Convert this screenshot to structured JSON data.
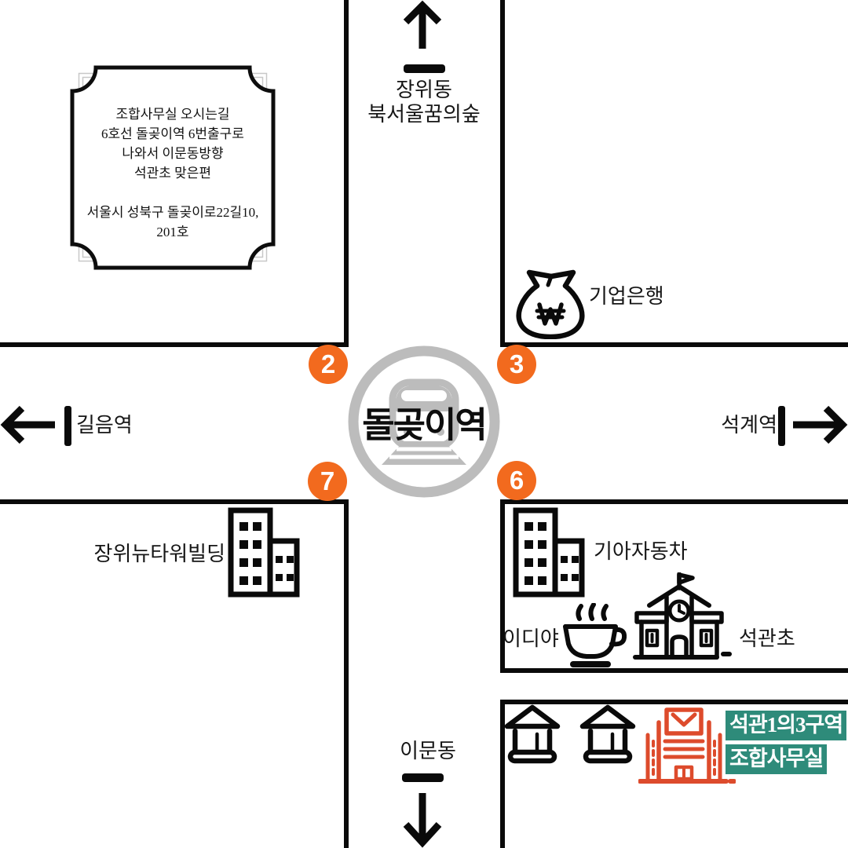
{
  "colors": {
    "road_line": "#0a0a0a",
    "exit_circle_orange": "#f26a1e",
    "station_gray": "#bcbcbc",
    "office_icon_red": "#dd4b2c",
    "badge_teal": "#2e8b7a",
    "stamp_frame_gray": "#c8c8c8"
  },
  "stamp": {
    "lines": [
      "조합사무실 오시는길",
      "6호선 돌곶이역 6번출구로",
      "나와서 이문동방향",
      "석관초 맞은편",
      "",
      "서울시 성북구 돌곶이로22길10,",
      "201호"
    ]
  },
  "directions": {
    "north": {
      "line1": "장위동",
      "line2": "북서울꿈의숲"
    },
    "west": {
      "label": "길음역"
    },
    "east": {
      "label": "석계역"
    },
    "south": {
      "label": "이문동"
    }
  },
  "station": {
    "name": "돌곶이역"
  },
  "exits": {
    "nw": "2",
    "ne": "3",
    "sw": "7",
    "se": "6"
  },
  "pois": {
    "ibk_bank": "기업은행",
    "jangwi_tower": "장위뉴타워빌딩",
    "kia_motors": "기아자동차",
    "ediya": "이디야",
    "seokgwan_elementary": "석관초"
  },
  "office_badge": {
    "line1": "석관1의3구역",
    "line2": "조합사무실"
  },
  "icons": {
    "station": "train-icon",
    "ibk_bank": "money-bag-won-icon",
    "jangwi_tower": "twin-buildings-icon",
    "kia_motors": "twin-buildings-icon",
    "ediya": "coffee-cup-icon",
    "seokgwan_elementary": "school-icon",
    "banks": "bank-columns-icon",
    "union_office": "office-building-icon",
    "arrows": [
      "up-arrow-icon",
      "left-arrow-icon",
      "right-arrow-icon",
      "down-arrow-icon"
    ]
  }
}
